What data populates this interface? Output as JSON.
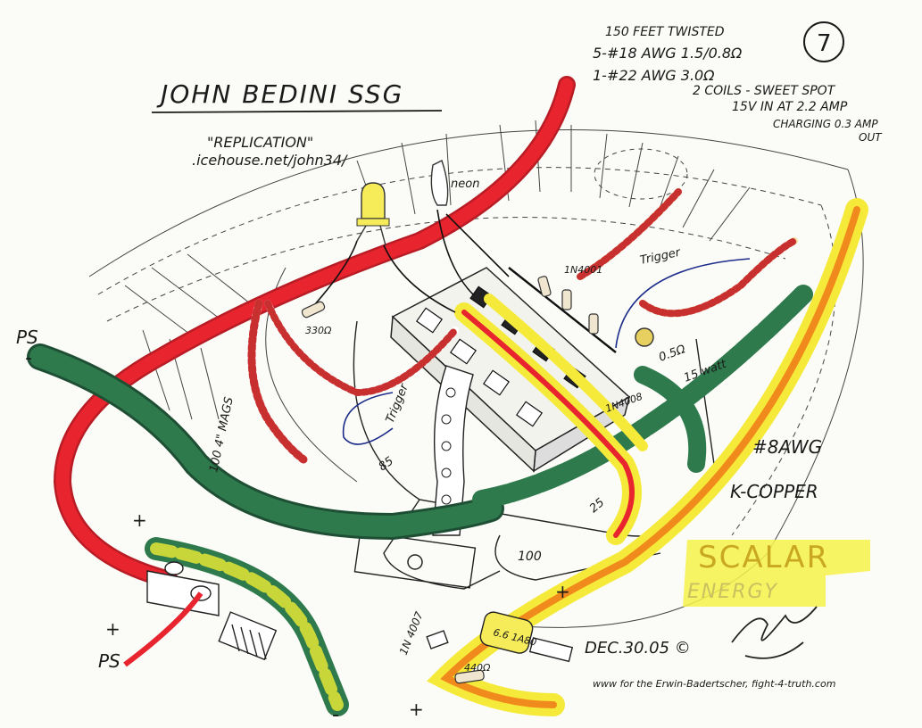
{
  "title": "JOHN BEDINI SSG",
  "subtitle": "\"REPLICATION\"",
  "source_url": ".icehouse.net/john34/",
  "page_number": "7",
  "specs": {
    "line1": "150 FEET TWISTED",
    "line2": "5-#18 AWG 1.5/0.8Ω",
    "line3": "1-#22 AWG 3.0Ω",
    "line4": "2 COILS - SWEET SPOT",
    "line5": "15V IN AT 2.2 AMP",
    "line6": "CHARGING 0.3 AMP",
    "line7": "OUT"
  },
  "labels": {
    "neon": "neon",
    "resistor_330": "330Ω",
    "mags": "100 4\" MAGS",
    "trigger_top": "Trigger",
    "trigger_left": "Trigger",
    "diode_4001": "1N4001",
    "diode_4008": "1N4008",
    "diode_4007": "1N 4007",
    "resistor_0_5": "0.5Ω",
    "watt": "15 watt",
    "wire_gauge": "#8AWG",
    "copper": "K-COPPER",
    "n85": "85",
    "n25": "25",
    "n100": "100",
    "battery": "6.6 1A80",
    "resistor_440": "440Ω",
    "ps_top": "PS",
    "ps_bottom": "PS",
    "minus_top": "-",
    "plus_left": "+",
    "plus_ps": "+",
    "minus_bottom": "-",
    "plus_center": "+",
    "plus_bottom": "+",
    "scalar": "SCALAR",
    "energy": "ENERGY",
    "date": "DEC.30.05 ©",
    "credit": "www for the Erwin-Badertscher, fight-4-truth.com"
  },
  "colors": {
    "red_wire": "#e8242e",
    "green_wire": "#2e7a4c",
    "yellow": "#f5ea3a",
    "orange": "#f08a1c",
    "ink": "#1a1a1a"
  }
}
